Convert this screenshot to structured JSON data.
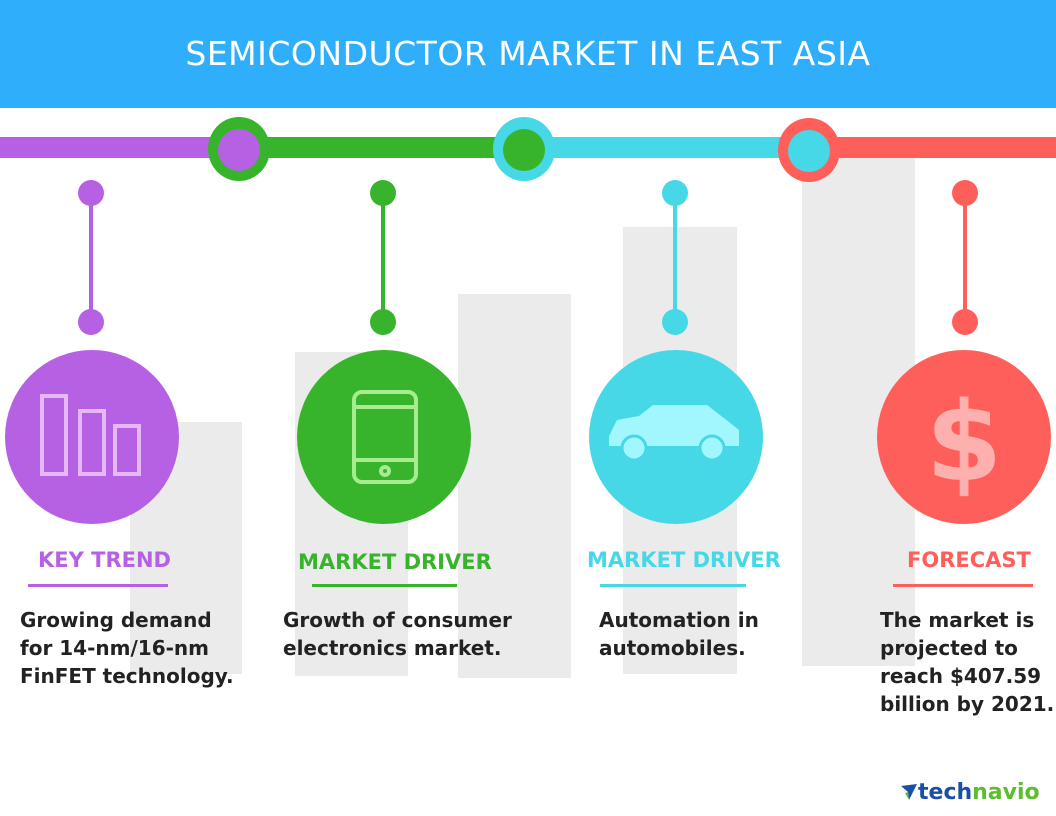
{
  "title": "SEMICONDUCTOR MARKET IN EAST ASIA",
  "colors": {
    "header": "#2eaefb",
    "purple": "#b660e4",
    "green": "#38b42c",
    "cyan": "#46d8e6",
    "red": "#fe5f5a",
    "logo_blue": "#1a4fa8",
    "logo_green": "#5cbd2e"
  },
  "cards": [
    {
      "label": "KEY TREND",
      "icon": "bar-chart-icon",
      "lines": [
        "Growing demand",
        "for 14-nm/16-nm",
        "FinFET technology."
      ]
    },
    {
      "label": "MARKET DRIVER",
      "icon": "tablet-icon",
      "lines": [
        "Growth of consumer",
        "electronics market."
      ]
    },
    {
      "label": "MARKET DRIVER",
      "icon": "car-icon",
      "lines": [
        "Automation in",
        "automobiles."
      ]
    },
    {
      "label": "FORECAST",
      "icon": "dollar-icon",
      "lines": [
        "The market is",
        "projected to",
        "reach $407.59",
        "billion by 2021."
      ]
    }
  ],
  "logo": {
    "part1": "tech",
    "part2": "navio"
  }
}
